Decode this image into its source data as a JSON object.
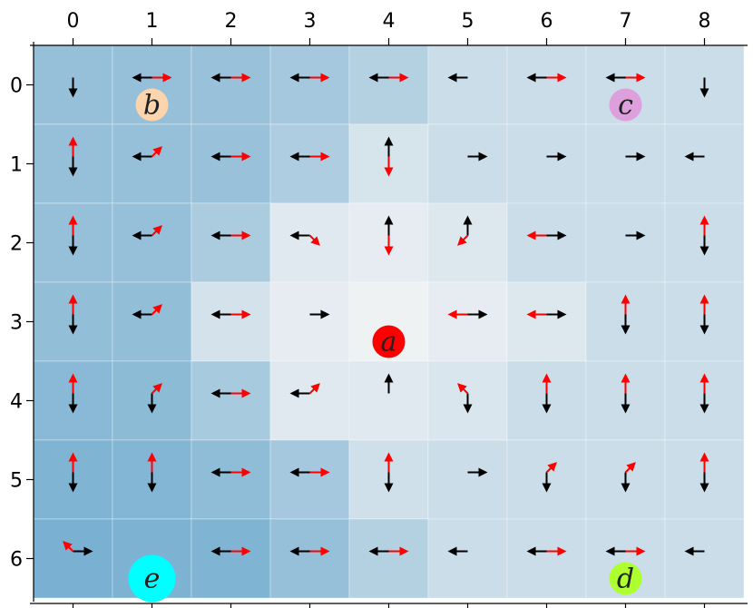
{
  "chart_data": {
    "type": "heatmap",
    "title": "",
    "x_ticks": [
      "0",
      "1",
      "2",
      "3",
      "4",
      "5",
      "6",
      "7",
      "8"
    ],
    "y_ticks": [
      "0",
      "1",
      "2",
      "3",
      "4",
      "5",
      "6"
    ],
    "values": [
      [
        0.62,
        0.62,
        0.6,
        0.52,
        0.42,
        0.28,
        0.28,
        0.28,
        0.28
      ],
      [
        0.62,
        0.62,
        0.6,
        0.46,
        0.2,
        0.28,
        0.28,
        0.28,
        0.28
      ],
      [
        0.62,
        0.62,
        0.48,
        0.14,
        0.1,
        0.16,
        0.28,
        0.28,
        0.28
      ],
      [
        0.64,
        0.64,
        0.22,
        0.1,
        0.04,
        0.1,
        0.16,
        0.28,
        0.28
      ],
      [
        0.7,
        0.68,
        0.5,
        0.14,
        0.14,
        0.18,
        0.28,
        0.28,
        0.28
      ],
      [
        0.76,
        0.74,
        0.66,
        0.52,
        0.24,
        0.28,
        0.28,
        0.28,
        0.28
      ],
      [
        0.8,
        0.78,
        0.76,
        0.62,
        0.42,
        0.28,
        0.28,
        0.28,
        0.28
      ]
    ],
    "arrows": [
      [
        {
          "b": [
            "S"
          ],
          "r": []
        },
        {
          "b": [
            "W"
          ],
          "r": [
            "E"
          ]
        },
        {
          "b": [
            "W"
          ],
          "r": [
            "E"
          ]
        },
        {
          "b": [
            "W"
          ],
          "r": [
            "E"
          ]
        },
        {
          "b": [
            "W"
          ],
          "r": [
            "E"
          ]
        },
        {
          "b": [
            "W"
          ],
          "r": []
        },
        {
          "b": [
            "W"
          ],
          "r": [
            "E"
          ]
        },
        {
          "b": [
            "W"
          ],
          "r": [
            "E"
          ]
        },
        {
          "b": [
            "S"
          ],
          "r": []
        }
      ],
      [
        {
          "b": [
            "S"
          ],
          "r": [
            "N"
          ]
        },
        {
          "b": [
            "W"
          ],
          "r": [
            "NE"
          ]
        },
        {
          "b": [
            "W"
          ],
          "r": [
            "E"
          ]
        },
        {
          "b": [
            "W"
          ],
          "r": [
            "E"
          ]
        },
        {
          "b": [
            "N"
          ],
          "r": [
            "S"
          ]
        },
        {
          "b": [
            "E"
          ],
          "r": []
        },
        {
          "b": [
            "E"
          ],
          "r": []
        },
        {
          "b": [
            "E"
          ],
          "r": []
        },
        {
          "b": [
            "W"
          ],
          "r": []
        }
      ],
      [
        {
          "b": [
            "S"
          ],
          "r": [
            "N"
          ]
        },
        {
          "b": [
            "W"
          ],
          "r": [
            "NE"
          ]
        },
        {
          "b": [
            "W"
          ],
          "r": [
            "E"
          ]
        },
        {
          "b": [
            "W"
          ],
          "r": [
            "SE"
          ]
        },
        {
          "b": [
            "N"
          ],
          "r": [
            "S"
          ]
        },
        {
          "b": [
            "N"
          ],
          "r": [
            "SW"
          ]
        },
        {
          "b": [
            "E"
          ],
          "r": [
            "W"
          ]
        },
        {
          "b": [
            "E"
          ],
          "r": []
        },
        {
          "b": [
            "S"
          ],
          "r": [
            "N"
          ]
        }
      ],
      [
        {
          "b": [
            "S"
          ],
          "r": [
            "N"
          ]
        },
        {
          "b": [
            "W"
          ],
          "r": [
            "NE"
          ]
        },
        {
          "b": [
            "W"
          ],
          "r": [
            "E"
          ]
        },
        {
          "b": [
            "E"
          ],
          "r": []
        },
        {
          "b": [],
          "r": []
        },
        {
          "b": [
            "E"
          ],
          "r": [
            "W"
          ]
        },
        {
          "b": [
            "E"
          ],
          "r": [
            "W"
          ]
        },
        {
          "b": [
            "S"
          ],
          "r": [
            "N"
          ]
        },
        {
          "b": [
            "S"
          ],
          "r": [
            "N"
          ]
        }
      ],
      [
        {
          "b": [
            "S"
          ],
          "r": [
            "N"
          ]
        },
        {
          "b": [
            "S"
          ],
          "r": [
            "NE"
          ]
        },
        {
          "b": [
            "W"
          ],
          "r": [
            "E"
          ]
        },
        {
          "b": [
            "W"
          ],
          "r": [
            "NE"
          ]
        },
        {
          "b": [
            "N"
          ],
          "r": []
        },
        {
          "b": [
            "S"
          ],
          "r": [
            "NW"
          ]
        },
        {
          "b": [
            "S"
          ],
          "r": [
            "N"
          ]
        },
        {
          "b": [
            "S"
          ],
          "r": [
            "N"
          ]
        },
        {
          "b": [
            "S"
          ],
          "r": [
            "N"
          ]
        }
      ],
      [
        {
          "b": [
            "S"
          ],
          "r": [
            "N"
          ]
        },
        {
          "b": [
            "S"
          ],
          "r": [
            "N"
          ]
        },
        {
          "b": [
            "W"
          ],
          "r": [
            "E"
          ]
        },
        {
          "b": [
            "W"
          ],
          "r": [
            "E"
          ]
        },
        {
          "b": [
            "S"
          ],
          "r": [
            "N"
          ]
        },
        {
          "b": [
            "E"
          ],
          "r": []
        },
        {
          "b": [
            "S"
          ],
          "r": [
            "NE"
          ]
        },
        {
          "b": [
            "S"
          ],
          "r": [
            "NE"
          ]
        },
        {
          "b": [
            "S"
          ],
          "r": [
            "N"
          ]
        }
      ],
      [
        {
          "b": [
            "E"
          ],
          "r": [
            "NW"
          ]
        },
        {
          "b": [],
          "r": []
        },
        {
          "b": [
            "W"
          ],
          "r": [
            "E"
          ]
        },
        {
          "b": [
            "W"
          ],
          "r": [
            "E"
          ]
        },
        {
          "b": [
            "W"
          ],
          "r": [
            "E"
          ]
        },
        {
          "b": [
            "W"
          ],
          "r": []
        },
        {
          "b": [
            "W"
          ],
          "r": [
            "E"
          ]
        },
        {
          "b": [
            "W"
          ],
          "r": [
            "E"
          ]
        },
        {
          "b": [
            "W"
          ],
          "r": []
        }
      ]
    ],
    "markers": [
      {
        "label": "a",
        "col": 4,
        "row": 3,
        "color": "#ff0000",
        "big": false
      },
      {
        "label": "b",
        "col": 1,
        "row": 0,
        "color": "#fcd5ae",
        "big": false
      },
      {
        "label": "c",
        "col": 7,
        "row": 0,
        "color": "#dda0dd",
        "big": false
      },
      {
        "label": "d",
        "col": 7,
        "row": 6,
        "color": "#adff2f",
        "big": false
      },
      {
        "label": "e",
        "col": 1,
        "row": 6,
        "color": "#00ffff",
        "big": true
      }
    ],
    "colors": {
      "cell_light": "#f5f5f5",
      "cell_dark": "#5b9fc8",
      "arrow_primary": "#000000",
      "arrow_secondary": "#ff0000"
    }
  }
}
